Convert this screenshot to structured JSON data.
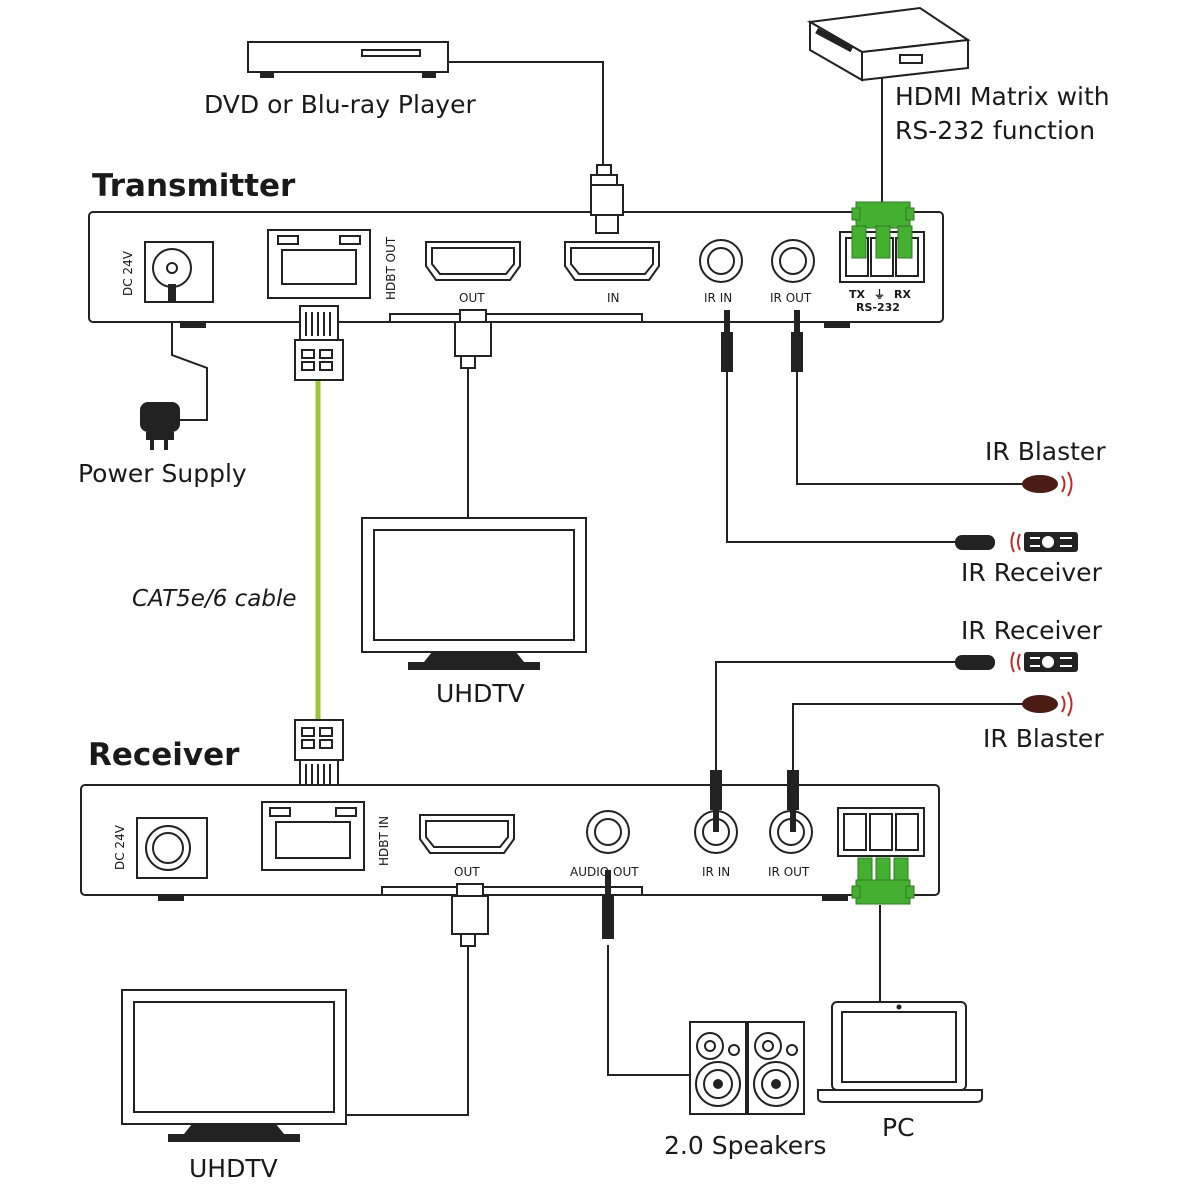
{
  "labels": {
    "dvd_player": "DVD or Blu-ray Player",
    "hdmi_matrix_line1": "HDMI Matrix with",
    "hdmi_matrix_line2": "RS-232 function",
    "transmitter": "Transmitter",
    "receiver": "Receiver",
    "power_supply": "Power Supply",
    "cat_cable": "CAT5e/6 cable",
    "uhdtv_top": "UHDTV",
    "uhdtv_bottom": "UHDTV",
    "ir_blaster_top": "IR Blaster",
    "ir_receiver_top": "IR Receiver",
    "ir_receiver_bottom": "IR Receiver",
    "ir_blaster_bottom": "IR Blaster",
    "speakers": "2.0 Speakers",
    "pc": "PC"
  },
  "ports": {
    "tx_dc": "DC 24V",
    "tx_hdbt": "HDBT OUT",
    "tx_out": "OUT",
    "tx_in": "IN",
    "tx_ir_in": "IR IN",
    "tx_ir_out": "IR OUT",
    "tx_tx": "TX",
    "tx_rx": "RX",
    "tx_rs232": "RS-232",
    "rx_dc": "DC 24V",
    "rx_hdbt": "HDBT IN",
    "rx_out": "OUT",
    "rx_audio_out": "AUDIO OUT",
    "rx_ir_in": "IR IN",
    "rx_ir_out": "IR OUT"
  },
  "colors": {
    "cat_cable": "#9ec437",
    "terminal_block": "#44b030",
    "ir_emitter": "#4a1c14",
    "ir_signal": "#c62828"
  }
}
